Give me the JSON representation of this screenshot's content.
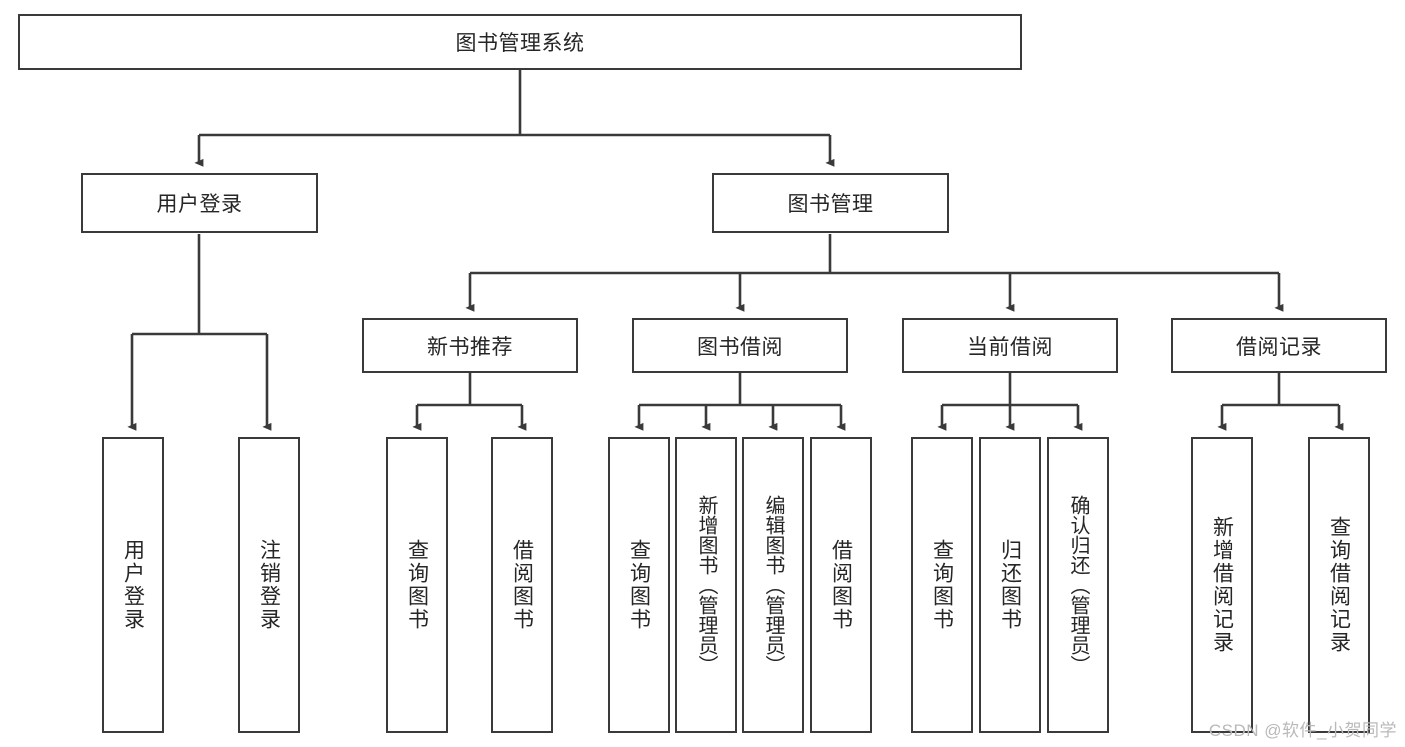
{
  "diagram": {
    "title": "图书管理系统",
    "type": "tree-hierarchy-diagram",
    "colors": {
      "box_border": "#3a3a3a",
      "box_fill": "#ffffff",
      "connector": "#3a3a3a",
      "text": "#262626",
      "watermark": "#b9b9b9",
      "background": "#ffffff"
    },
    "root": {
      "label": "图书管理系统"
    },
    "level1": [
      {
        "id": "user-login",
        "label": "用户登录"
      },
      {
        "id": "book-management",
        "label": "图书管理"
      }
    ],
    "level2": [
      {
        "id": "new-book-recommend",
        "label": "新书推荐",
        "parent": "book-management"
      },
      {
        "id": "book-borrow",
        "label": "图书借阅",
        "parent": "book-management"
      },
      {
        "id": "current-borrow",
        "label": "当前借阅",
        "parent": "book-management"
      },
      {
        "id": "borrow-record",
        "label": "借阅记录",
        "parent": "book-management"
      }
    ],
    "leaves": {
      "user-login": [
        {
          "id": "leaf-user-login",
          "label": "用户登录"
        },
        {
          "id": "leaf-user-logout",
          "label": "注销登录"
        }
      ],
      "new-book-recommend": [
        {
          "id": "leaf-query-book-1",
          "label": "查询图书"
        },
        {
          "id": "leaf-borrow-book-1",
          "label": "借阅图书"
        }
      ],
      "book-borrow": [
        {
          "id": "leaf-query-book-2",
          "label": "查询图书"
        },
        {
          "id": "leaf-add-book",
          "label": "新增图书（管理员）"
        },
        {
          "id": "leaf-edit-book",
          "label": "编辑图书（管理员）"
        },
        {
          "id": "leaf-borrow-book-2",
          "label": "借阅图书"
        }
      ],
      "current-borrow": [
        {
          "id": "leaf-query-book-3",
          "label": "查询图书"
        },
        {
          "id": "leaf-return-book",
          "label": "归还图书"
        },
        {
          "id": "leaf-confirm-return",
          "label": "确认归还（管理员）"
        }
      ],
      "borrow-record": [
        {
          "id": "leaf-add-record",
          "label": "新增借阅记录"
        },
        {
          "id": "leaf-query-record",
          "label": "查询借阅记录"
        }
      ]
    },
    "watermark": "CSDN @软件_小贺同学"
  }
}
